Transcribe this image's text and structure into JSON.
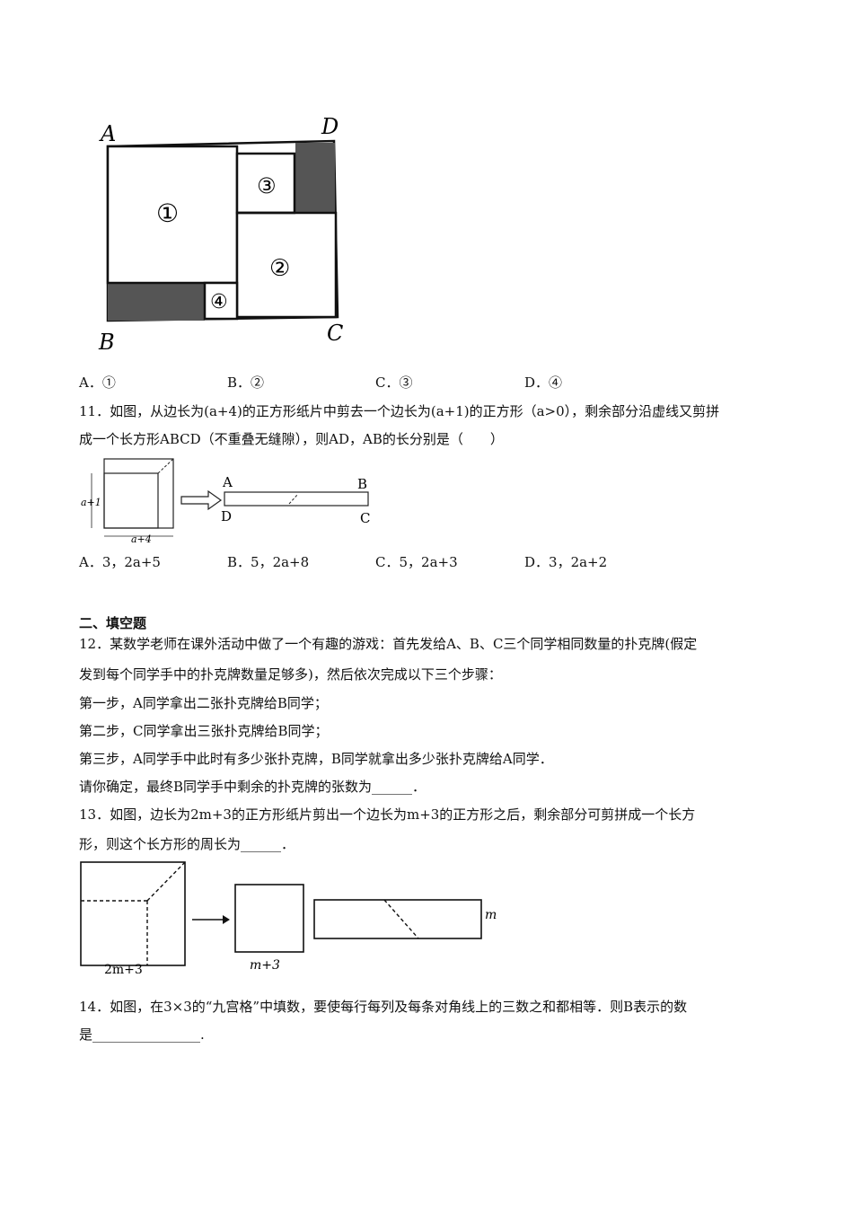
{
  "q10": {
    "figure": {
      "labels": {
        "A": "A",
        "B": "B",
        "C": "C",
        "D": "D"
      },
      "regions": {
        "r1": "①",
        "r2": "②",
        "r3": "③",
        "r4": "④"
      }
    },
    "options": [
      "A．①",
      "B．②",
      "C．③",
      "D．④"
    ]
  },
  "q11": {
    "line1": "11．如图，从边长为(a+4)的正方形纸片中剪去一个边长为(a+1)的正方形（a>0），剩余部分沿虚线又剪拼",
    "line2": "成一个长方形ABCD（不重叠无缝隙），则AD，AB的长分别是（　　）",
    "figure": {
      "side_label": "a+1",
      "bottom_label": "a+4",
      "corners": {
        "A": "A",
        "B": "B",
        "C": "C",
        "D": "D"
      }
    },
    "options": [
      "A．3，2a+5",
      "B．5，2a+8",
      "C．5，2a+3",
      "D．3，2a+2"
    ]
  },
  "section2": {
    "title": "二、填空题"
  },
  "q12": {
    "line1": "12．某数学老师在课外活动中做了一个有趣的游戏：首先发给A、B、C三个同学相同数量的扑克牌(假定",
    "line2": "发到每个同学手中的扑克牌数量足够多)，然后依次完成以下三个步骤：",
    "step1": "第一步，A同学拿出二张扑克牌给B同学；",
    "step2": "第二步，C同学拿出三张扑克牌给B同学；",
    "step3": "第三步，A同学手中此时有多少张扑克牌，B同学就拿出多少张扑克牌给A同学．",
    "ask": "请你确定，最终B同学手中剩余的扑克牌的张数为______．"
  },
  "q13": {
    "line1": "13．如图，边长为2m+3的正方形纸片剪出一个边长为m+3的正方形之后，剩余部分可剪拼成一个长方",
    "line2": "形，则这个长方形的周长为______．",
    "figure": {
      "big_label": "2m+3",
      "small_label": "m+3",
      "rect_label": "m"
    }
  },
  "q14": {
    "line1": "14．如图，在3×3的“九宫格”中填数，要使每行每列及每条对角线上的三数之和都相等．则B表示的数",
    "line2": "是________________."
  }
}
